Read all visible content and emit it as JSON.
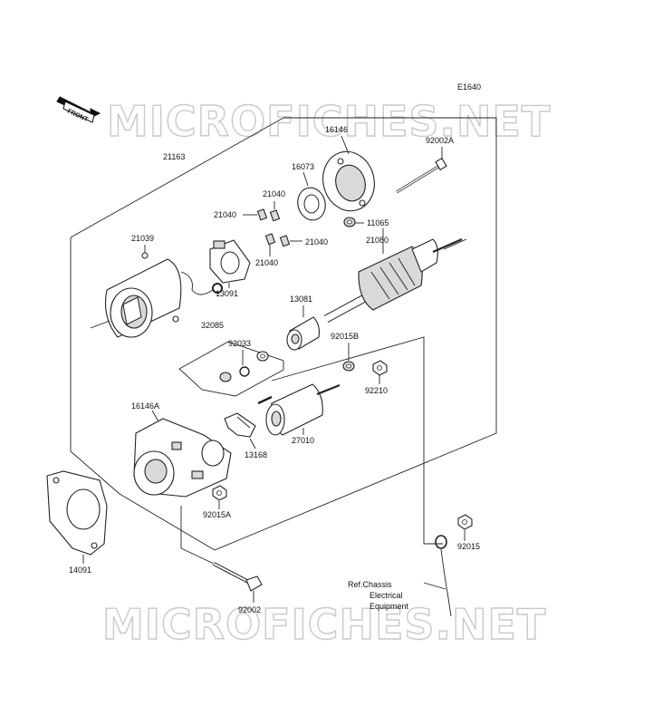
{
  "diagram_code": "E1640",
  "front_indicator": "FRONT",
  "watermarks": [
    "MICROFICHES.NET",
    "MICROFICHES.NET"
  ],
  "reference_note": [
    "Ref.Chassis",
    "Electrical",
    "Equipment"
  ],
  "parts": [
    {
      "id": "p16146",
      "label": "16146"
    },
    {
      "id": "p92002A",
      "label": "92002A"
    },
    {
      "id": "p21163",
      "label": "21163"
    },
    {
      "id": "p16073",
      "label": "16073"
    },
    {
      "id": "p21040a",
      "label": "21040"
    },
    {
      "id": "p21040b",
      "label": "21040"
    },
    {
      "id": "p21040c",
      "label": "21040"
    },
    {
      "id": "p21040d",
      "label": "21040"
    },
    {
      "id": "p11065",
      "label": "11065"
    },
    {
      "id": "p21039",
      "label": "21039"
    },
    {
      "id": "p21080",
      "label": "21080"
    },
    {
      "id": "p13091",
      "label": "13091"
    },
    {
      "id": "p13081",
      "label": "13081"
    },
    {
      "id": "p32085",
      "label": "32085"
    },
    {
      "id": "p92033",
      "label": "92033"
    },
    {
      "id": "p92015B",
      "label": "92015B"
    },
    {
      "id": "p92210",
      "label": "92210"
    },
    {
      "id": "p16146A",
      "label": "16146A"
    },
    {
      "id": "p27010",
      "label": "27010"
    },
    {
      "id": "p13168",
      "label": "13168"
    },
    {
      "id": "p92015A",
      "label": "92015A"
    },
    {
      "id": "p92015",
      "label": "92015"
    },
    {
      "id": "p14091",
      "label": "14091"
    },
    {
      "id": "p92002",
      "label": "92002"
    }
  ]
}
